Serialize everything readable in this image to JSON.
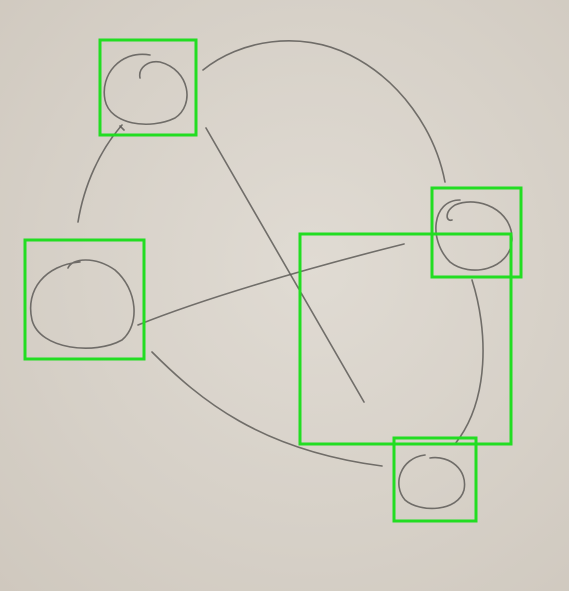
{
  "colors": {
    "paper": "#d9d4cc",
    "pencil": "#5d5a57",
    "bounding_box": "#22dd22"
  },
  "diagram": {
    "nodes": [
      {
        "id": "node-top-left",
        "label": ""
      },
      {
        "id": "node-right",
        "label": ""
      },
      {
        "id": "node-left",
        "label": ""
      },
      {
        "id": "node-bottom",
        "label": ""
      }
    ],
    "edges": [
      {
        "from": "node-top-left",
        "to": "node-right",
        "kind": "curve"
      },
      {
        "from": "node-left",
        "to": "node-top-left",
        "kind": "curve"
      },
      {
        "from": "node-top-left",
        "to": "center",
        "kind": "line"
      },
      {
        "from": "node-left",
        "to": "node-right",
        "kind": "line"
      },
      {
        "from": "node-left",
        "to": "node-bottom",
        "kind": "curve"
      },
      {
        "from": "node-right",
        "to": "node-bottom",
        "kind": "curve"
      }
    ],
    "detections": [
      {
        "id": "box-node-top-left",
        "label": ""
      },
      {
        "id": "box-node-right",
        "label": ""
      },
      {
        "id": "box-node-left",
        "label": ""
      },
      {
        "id": "box-crossing-region",
        "label": ""
      },
      {
        "id": "box-node-bottom",
        "label": ""
      }
    ]
  }
}
